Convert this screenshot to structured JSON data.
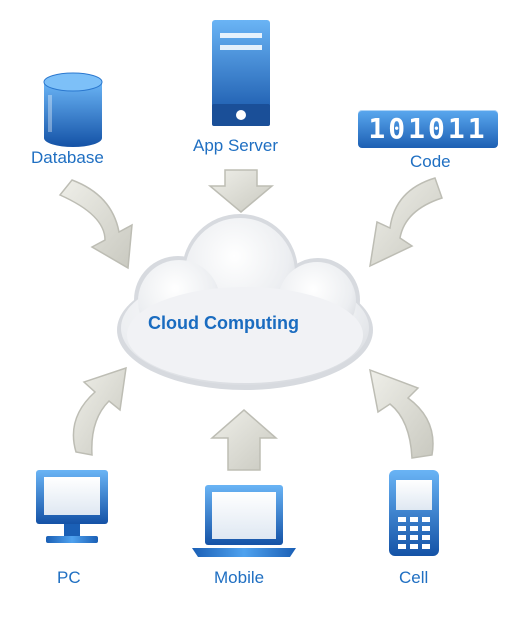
{
  "center": {
    "label": "Cloud Computing"
  },
  "nodes": {
    "database": {
      "label": "Database",
      "icon": "database-icon"
    },
    "app_server": {
      "label": "App Server",
      "icon": "server-icon"
    },
    "code": {
      "label": "Code",
      "badge": "101011",
      "icon": "code-badge"
    },
    "pc": {
      "label": "PC",
      "icon": "monitor-icon"
    },
    "mobile": {
      "label": "Mobile",
      "icon": "laptop-icon"
    },
    "cell": {
      "label": "Cell",
      "icon": "cellphone-icon"
    }
  },
  "colors": {
    "icon_blue": "#2a86e0",
    "icon_blue_dark": "#1256a8",
    "label_blue": "#1f6fc2",
    "arrow_gray": "#d6d6ce",
    "cloud": "#eef0f3"
  }
}
